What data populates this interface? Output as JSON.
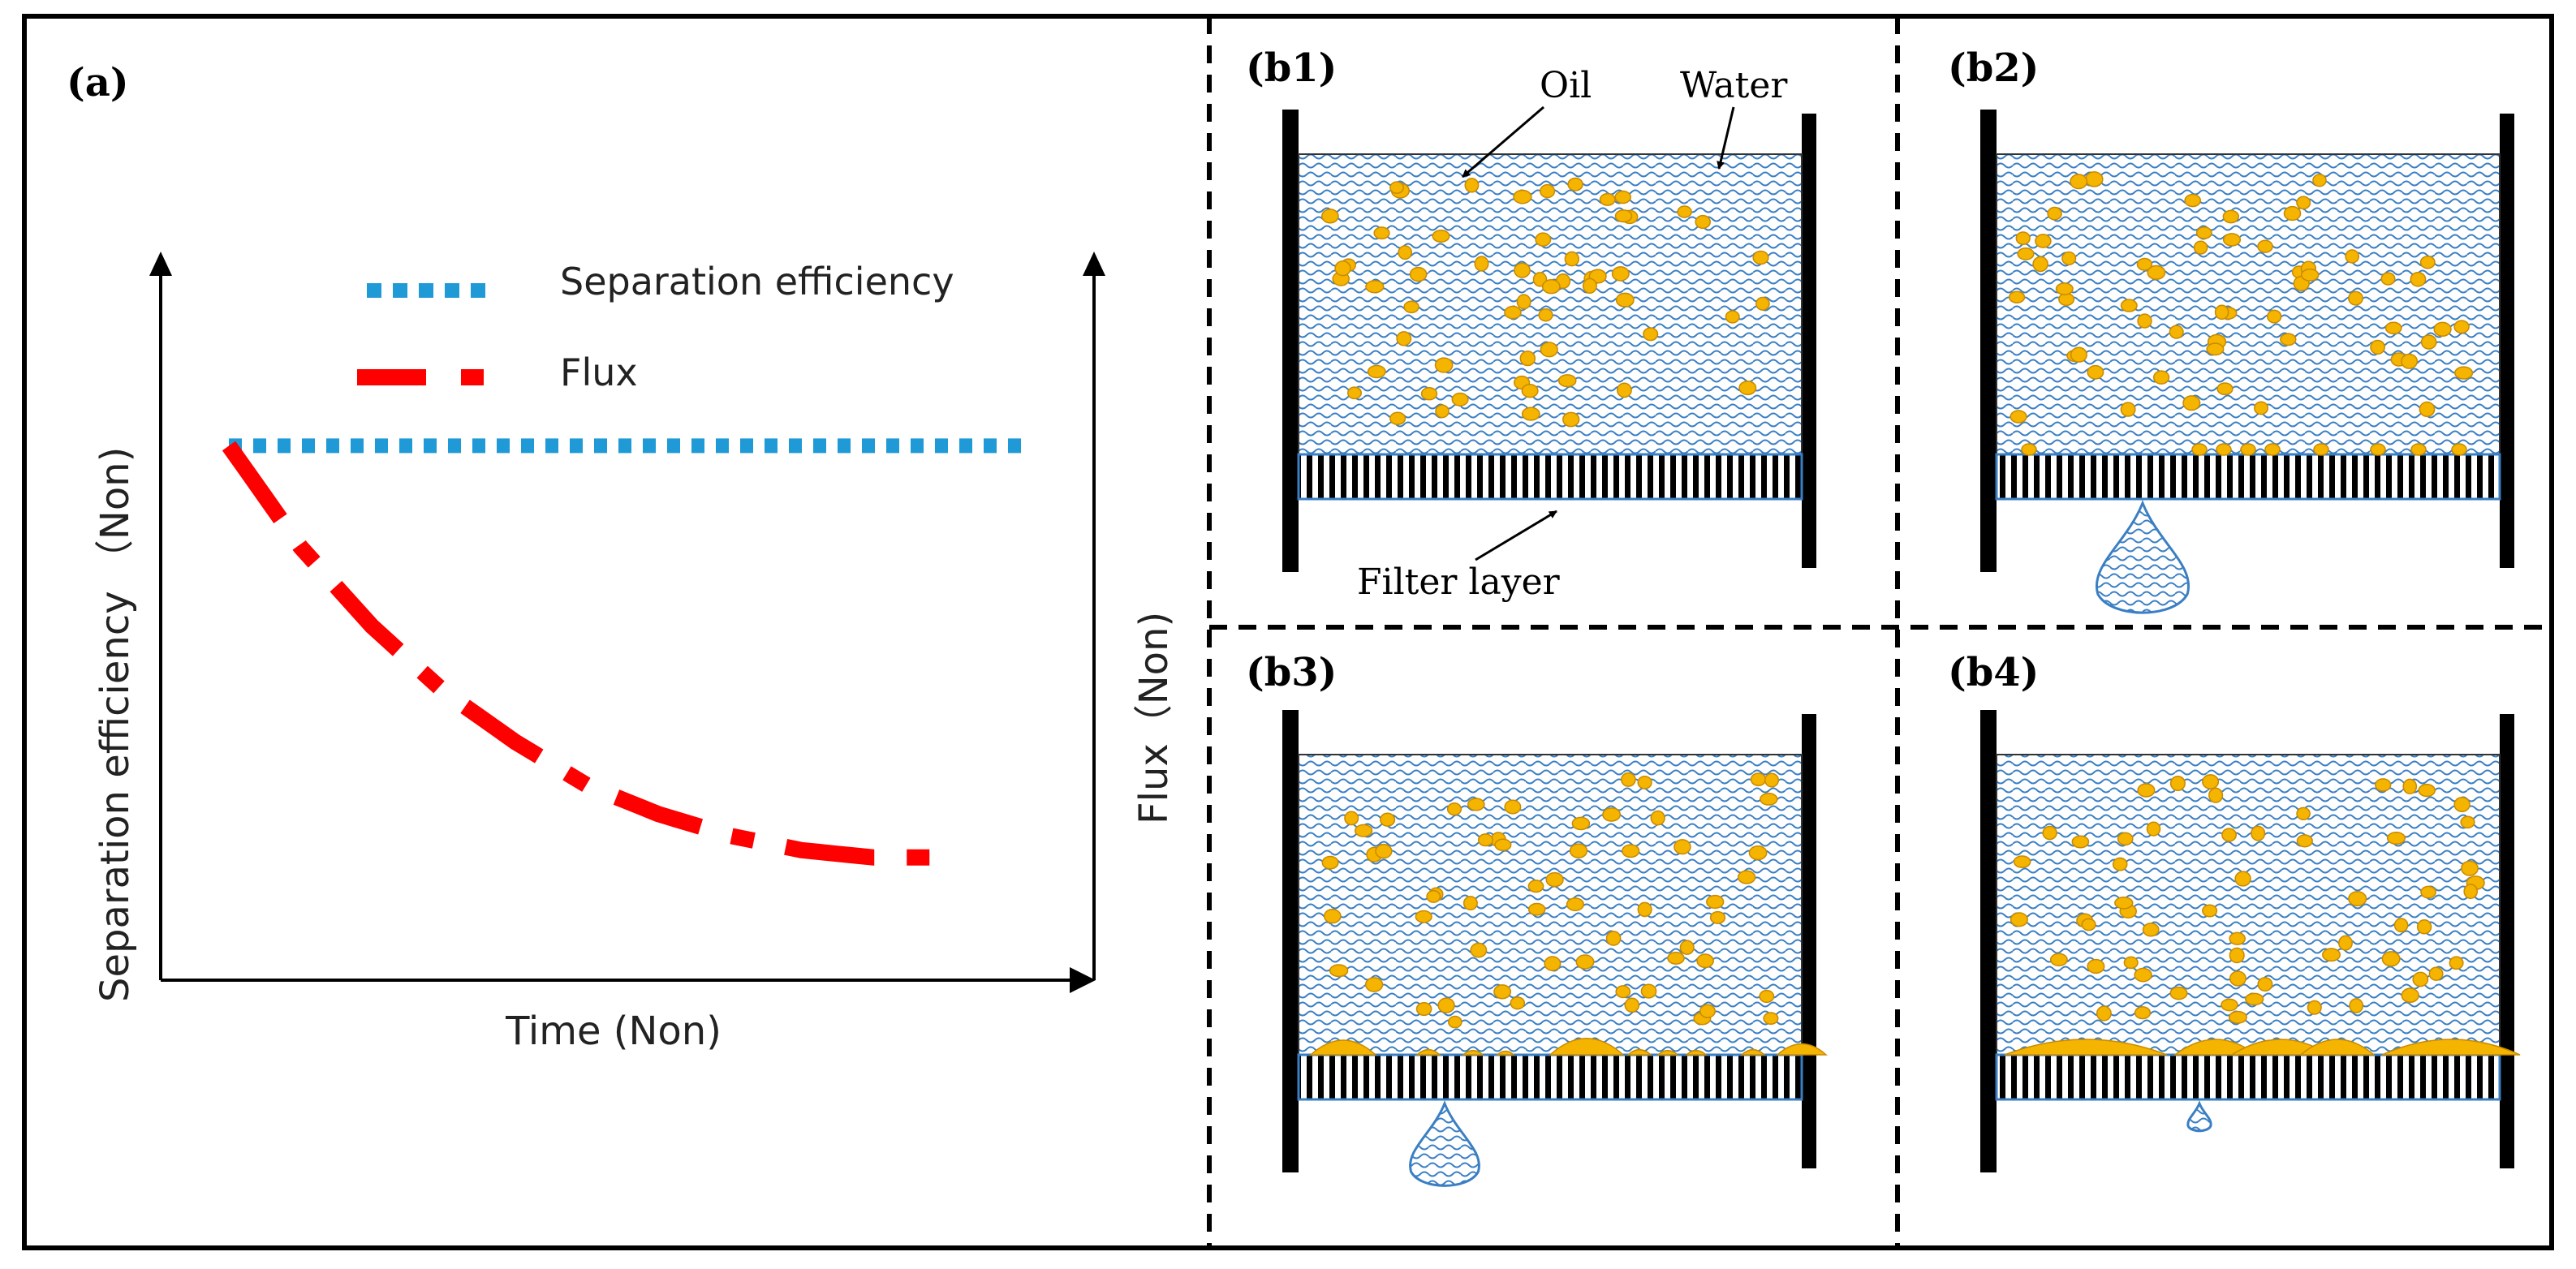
{
  "panel_a": {
    "label": "(a)",
    "legend": {
      "separation_label": "Separation efficiency",
      "flux_label": "Flux"
    },
    "xlabel": "Time (Non)",
    "ylabel_left": "Separation efficiency （Non)",
    "ylabel_right": "Flux（Non)"
  },
  "panels_b": {
    "b1": "(b1)",
    "b2": "(b2)",
    "b3": "(b3)",
    "b4": "(b4)"
  },
  "annotations": {
    "oil": "Oil",
    "water": "Water",
    "filter_layer": "Filter layer"
  },
  "colors": {
    "separation": "#1f9ad6",
    "flux": "#ff0000",
    "oil": "#f4b400",
    "oil_edge": "#c98a00",
    "water": "#3a7fc4",
    "frame": "#000000"
  },
  "chart_data": {
    "type": "line",
    "x": [
      0,
      1,
      2,
      3,
      4,
      5,
      6,
      7,
      8,
      9,
      10
    ],
    "series": [
      {
        "name": "Separation efficiency",
        "values": [
          0.74,
          0.74,
          0.74,
          0.74,
          0.74,
          0.74,
          0.74,
          0.74,
          0.74,
          0.74,
          0.74
        ]
      },
      {
        "name": "Flux",
        "values": [
          0.74,
          0.6,
          0.49,
          0.4,
          0.33,
          0.27,
          0.23,
          0.2,
          0.18,
          0.17,
          0.17
        ]
      }
    ],
    "xlabel": "Time (Non)",
    "ylabel": "Separation efficiency （Non)",
    "y2label": "Flux（Non)",
    "grid": false,
    "legend_position": "top"
  }
}
